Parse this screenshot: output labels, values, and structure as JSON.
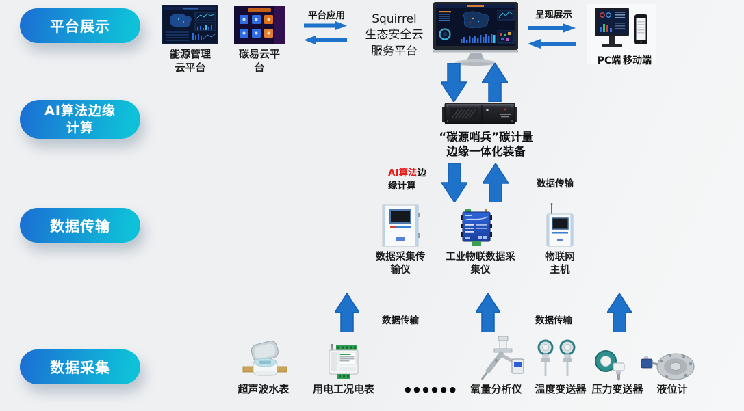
{
  "pills": {
    "p1": "平台展示",
    "p2_lines": [
      "AI算法边缘",
      "计算"
    ],
    "p3": "数据传输",
    "p4": "数据采集"
  },
  "platform_row": {
    "energy_label_lines": [
      "能源管理",
      "云平台"
    ],
    "carbon_label_lines": [
      "碳易云平",
      "台"
    ],
    "app_arrows_label": "平台应用",
    "squirrel_lines": [
      "Squirrel",
      "生态安全云",
      "服务平台"
    ],
    "present_arrows_label": "呈现展示",
    "pc_label": "PC端",
    "mobile_label": "移动端"
  },
  "edge_row": {
    "server_label_lines": [
      "“碳源哨兵”碳计量",
      "边缘一体化装备"
    ],
    "ai_label": {
      "red": "AI算法",
      "black_tail": "边",
      "line2": "缘计算"
    },
    "transfer_label": "数据传输"
  },
  "transmission_row": {
    "device1_lines": [
      "数据采集传",
      "输仪"
    ],
    "device2_lines": [
      "工业物联数据采",
      "集仪"
    ],
    "device3_lines": [
      "物联网",
      "主机"
    ],
    "arrow_label_left": "数据传输",
    "arrow_label_right": "数据传输"
  },
  "collection_row": {
    "device1": "超声波水表",
    "device2": "用电工况电表",
    "ellipsis": "●●●●●●",
    "device3": "氧量分析仪",
    "device4": "温度变送器",
    "device5": "压力变送器",
    "device6": "液位计"
  },
  "colors": {
    "pill_gradient_start": "#1b6ed3",
    "pill_gradient_end": "#0fc0d9",
    "arrow_fill": "#1e72ca",
    "arrow_stroke": "#1560b4",
    "ai_red": "#e81a1a",
    "background": "#eef0f2",
    "text": "#141414"
  }
}
